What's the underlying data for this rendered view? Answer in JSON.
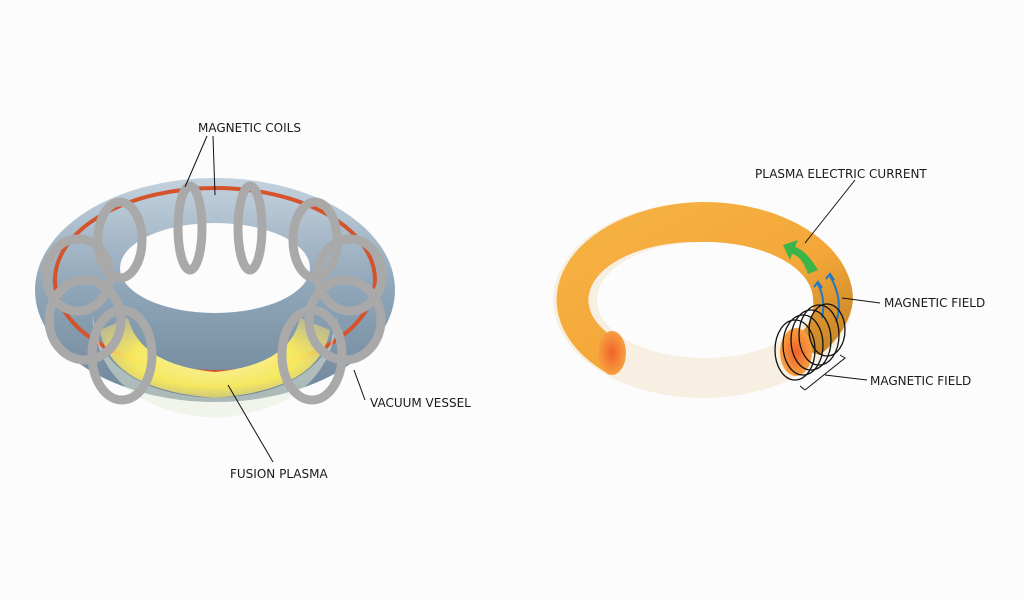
{
  "left_diagram": {
    "labels": {
      "magnetic_coils": "MAGNETIC COILS",
      "vacuum_vessel": "VACUUM VESSEL",
      "fusion_plasma": "FUSION PLASMA"
    }
  },
  "right_diagram": {
    "labels": {
      "plasma_current": "PLASMA ELECTRIC CURRENT",
      "magnetic_field_poloidal": "MAGNETIC FIELD",
      "magnetic_field_toroidal": "MAGNETIC FIELD"
    }
  },
  "colors": {
    "vessel": "#9fb3c4",
    "coil": "#b9b9b9",
    "coil_wire": "#d5522a",
    "plasma_glow": "#fff36a",
    "plasma_ring": "#f5a93a",
    "current_arrow": "#3bb54a",
    "field_arrow": "#1f78c8"
  }
}
